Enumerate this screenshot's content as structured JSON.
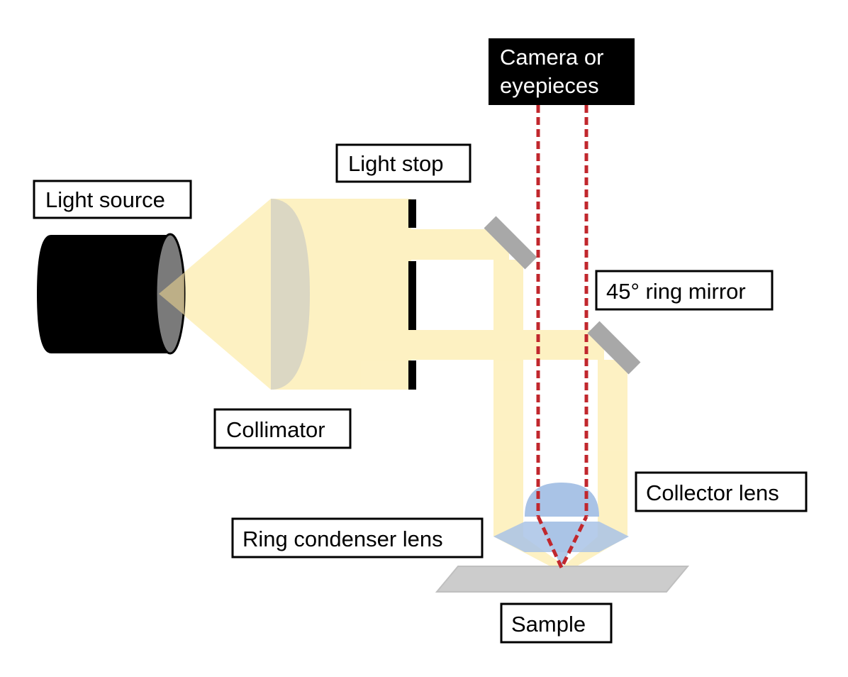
{
  "labels": {
    "light_source": "Light source",
    "light_stop": "Light stop",
    "collimator": "Collimator",
    "ring_mirror": "45° ring mirror",
    "camera_line1": "Camera or",
    "camera_line2": "eyepieces",
    "collector_lens": "Collector lens",
    "ring_condenser_lens": "Ring condenser lens",
    "sample": "Sample"
  },
  "colors": {
    "light_beam": "#fdefb8",
    "lens_blue": "#a9c3e6",
    "mirror_gray": "#a8a8a8",
    "imaging_path_red": "#c1272d",
    "source_body": "#000000",
    "sample_gray": "#cccccc"
  }
}
